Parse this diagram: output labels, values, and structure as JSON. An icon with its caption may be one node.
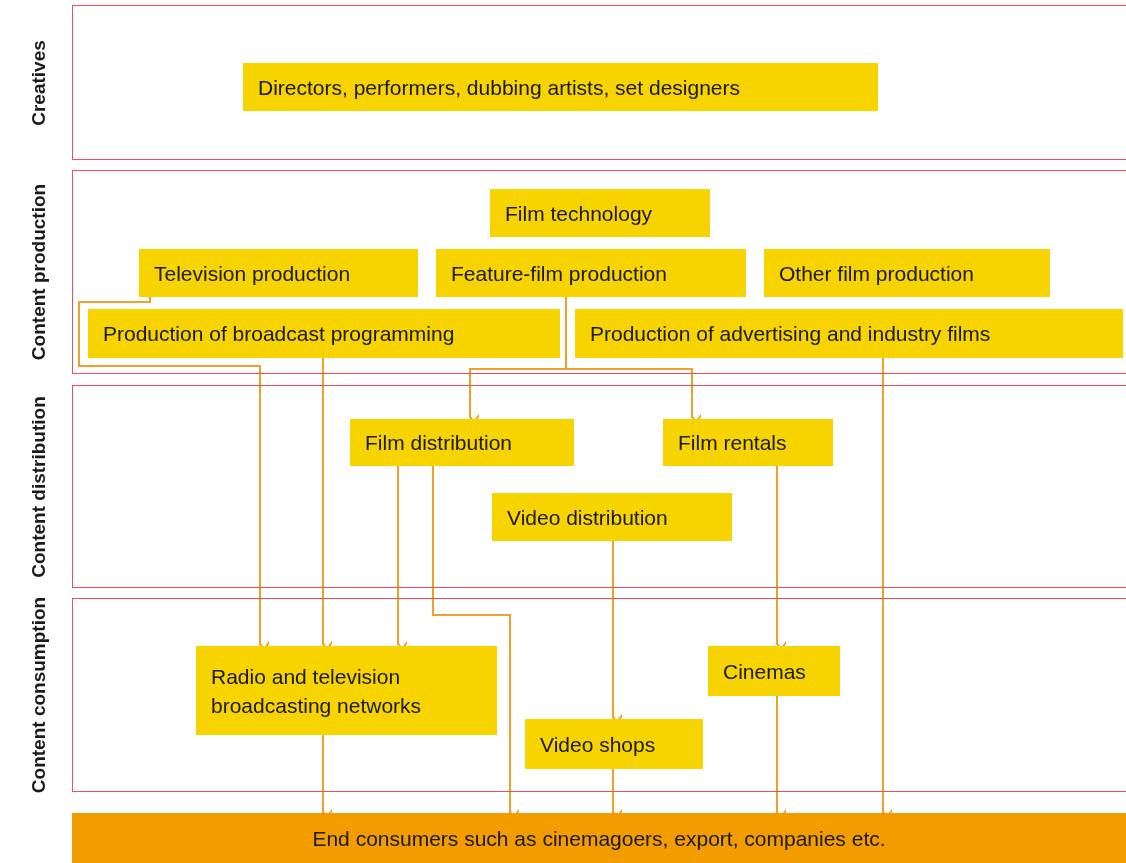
{
  "diagram": {
    "nodes": [
      {
        "text": [
          "Creatives"
        ]
      },
      {
        "text": [
          "Directors, performers, dubbing artists, set designers"
        ],
        "in": 0
      },
      {
        "text": [
          "Content production"
        ]
      },
      {
        "text": [
          "Film technology"
        ],
        "in": 2
      },
      {
        "text": [
          "Television production"
        ],
        "in": 2
      },
      {
        "text": [
          "Feature-film production"
        ],
        "in": 2
      },
      {
        "text": [
          "Other film production"
        ],
        "in": 2
      },
      {
        "text": [
          "Production of broadcast programming"
        ],
        "in": 2
      },
      {
        "text": [
          "Production of advertising and industry films"
        ],
        "in": 2
      },
      {
        "text": [
          "Content distribution"
        ]
      },
      {
        "text": [
          "Film distribution"
        ],
        "in": 9
      },
      {
        "text": [
          "Film rentals"
        ],
        "in": 9
      },
      {
        "text": [
          "Video distribution"
        ],
        "in": 9
      },
      {
        "text": [
          "Content consumption"
        ]
      },
      {
        "text": [
          "Radio and television broadcasting networks"
        ],
        "in": 13
      },
      {
        "text": [
          "Cinemas"
        ],
        "in": 13
      },
      {
        "text": [
          "Video shops"
        ],
        "in": 13
      },
      {
        "text": [
          "End consumers such as cinemagoers, export, companies etc."
        ]
      }
    ],
    "edges": [
      {
        "from": 4,
        "to": 14,
        "arrow": "to"
      },
      {
        "from": 7,
        "to": 14,
        "arrow": "to"
      },
      {
        "from": 10,
        "to": 14,
        "arrow": "to"
      },
      {
        "from": 10,
        "to": 17,
        "arrow": "to"
      },
      {
        "from": 5,
        "to": 10,
        "arrow": "to"
      },
      {
        "from": 5,
        "to": 11,
        "arrow": "to"
      },
      {
        "from": 11,
        "to": 15,
        "arrow": "to"
      },
      {
        "from": 12,
        "to": 16,
        "arrow": "to"
      },
      {
        "from": 14,
        "to": 17,
        "arrow": "to"
      },
      {
        "from": 16,
        "to": 17,
        "arrow": "to"
      },
      {
        "from": 15,
        "to": 17,
        "arrow": "to"
      },
      {
        "from": 8,
        "to": 17,
        "arrow": "to"
      }
    ]
  }
}
